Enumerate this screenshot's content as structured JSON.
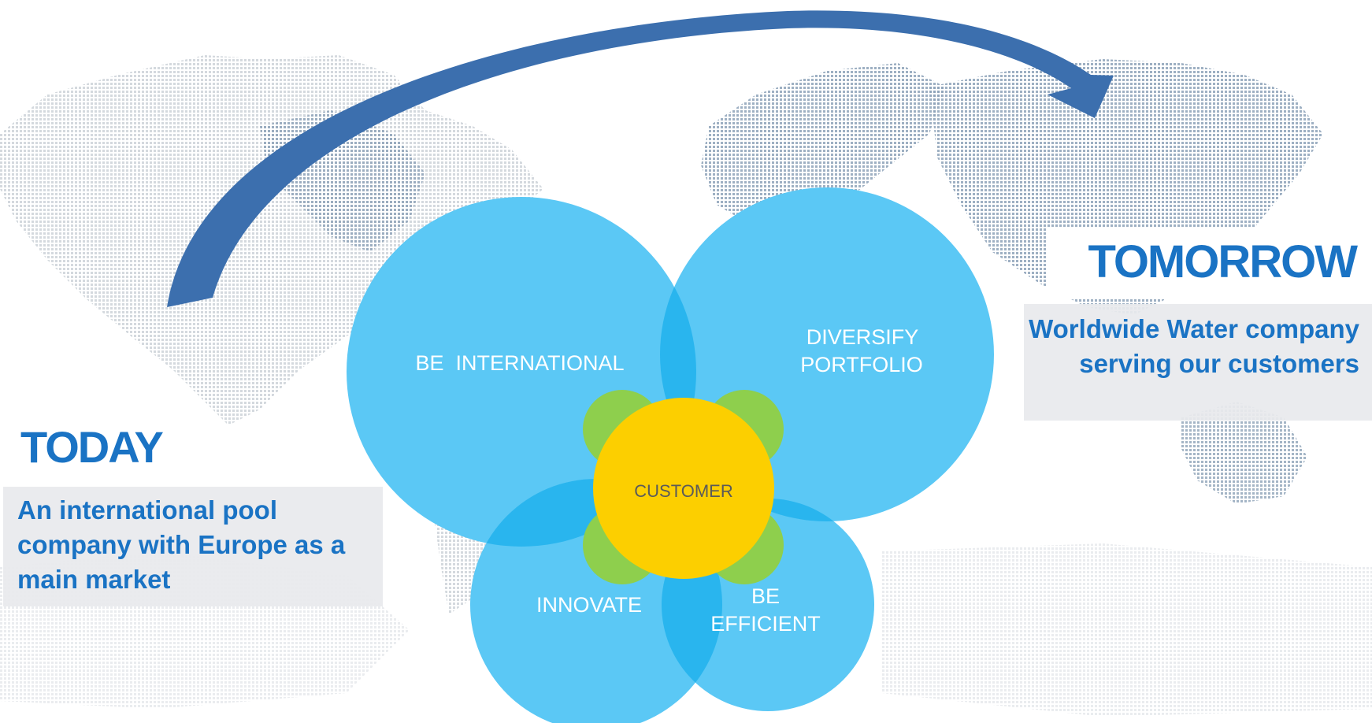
{
  "today": {
    "heading": "TODAY",
    "description": "An international pool company with Europe as a main market"
  },
  "tomorrow": {
    "heading": "TOMORROW",
    "description": "Worldwide Water company serving our customers"
  },
  "petals": {
    "international": "BE  INTERNATIONAL",
    "diversify_line1": "DIVERSIFY",
    "diversify_line2": "PORTFOLIO",
    "innovate": "INNOVATE",
    "efficient_line1": "BE",
    "efficient_line2": "EFFICIENT",
    "center": "CUSTOMER"
  },
  "colors": {
    "petal": "#5bc8f5",
    "overlap": "#29b5ee",
    "center": "#fccf00",
    "leaf": "#8ecf4d",
    "arrow": "#3c6fae",
    "heading_text": "#1a73c4",
    "label_text": "#ffffff",
    "center_text": "#5a5a5a"
  }
}
